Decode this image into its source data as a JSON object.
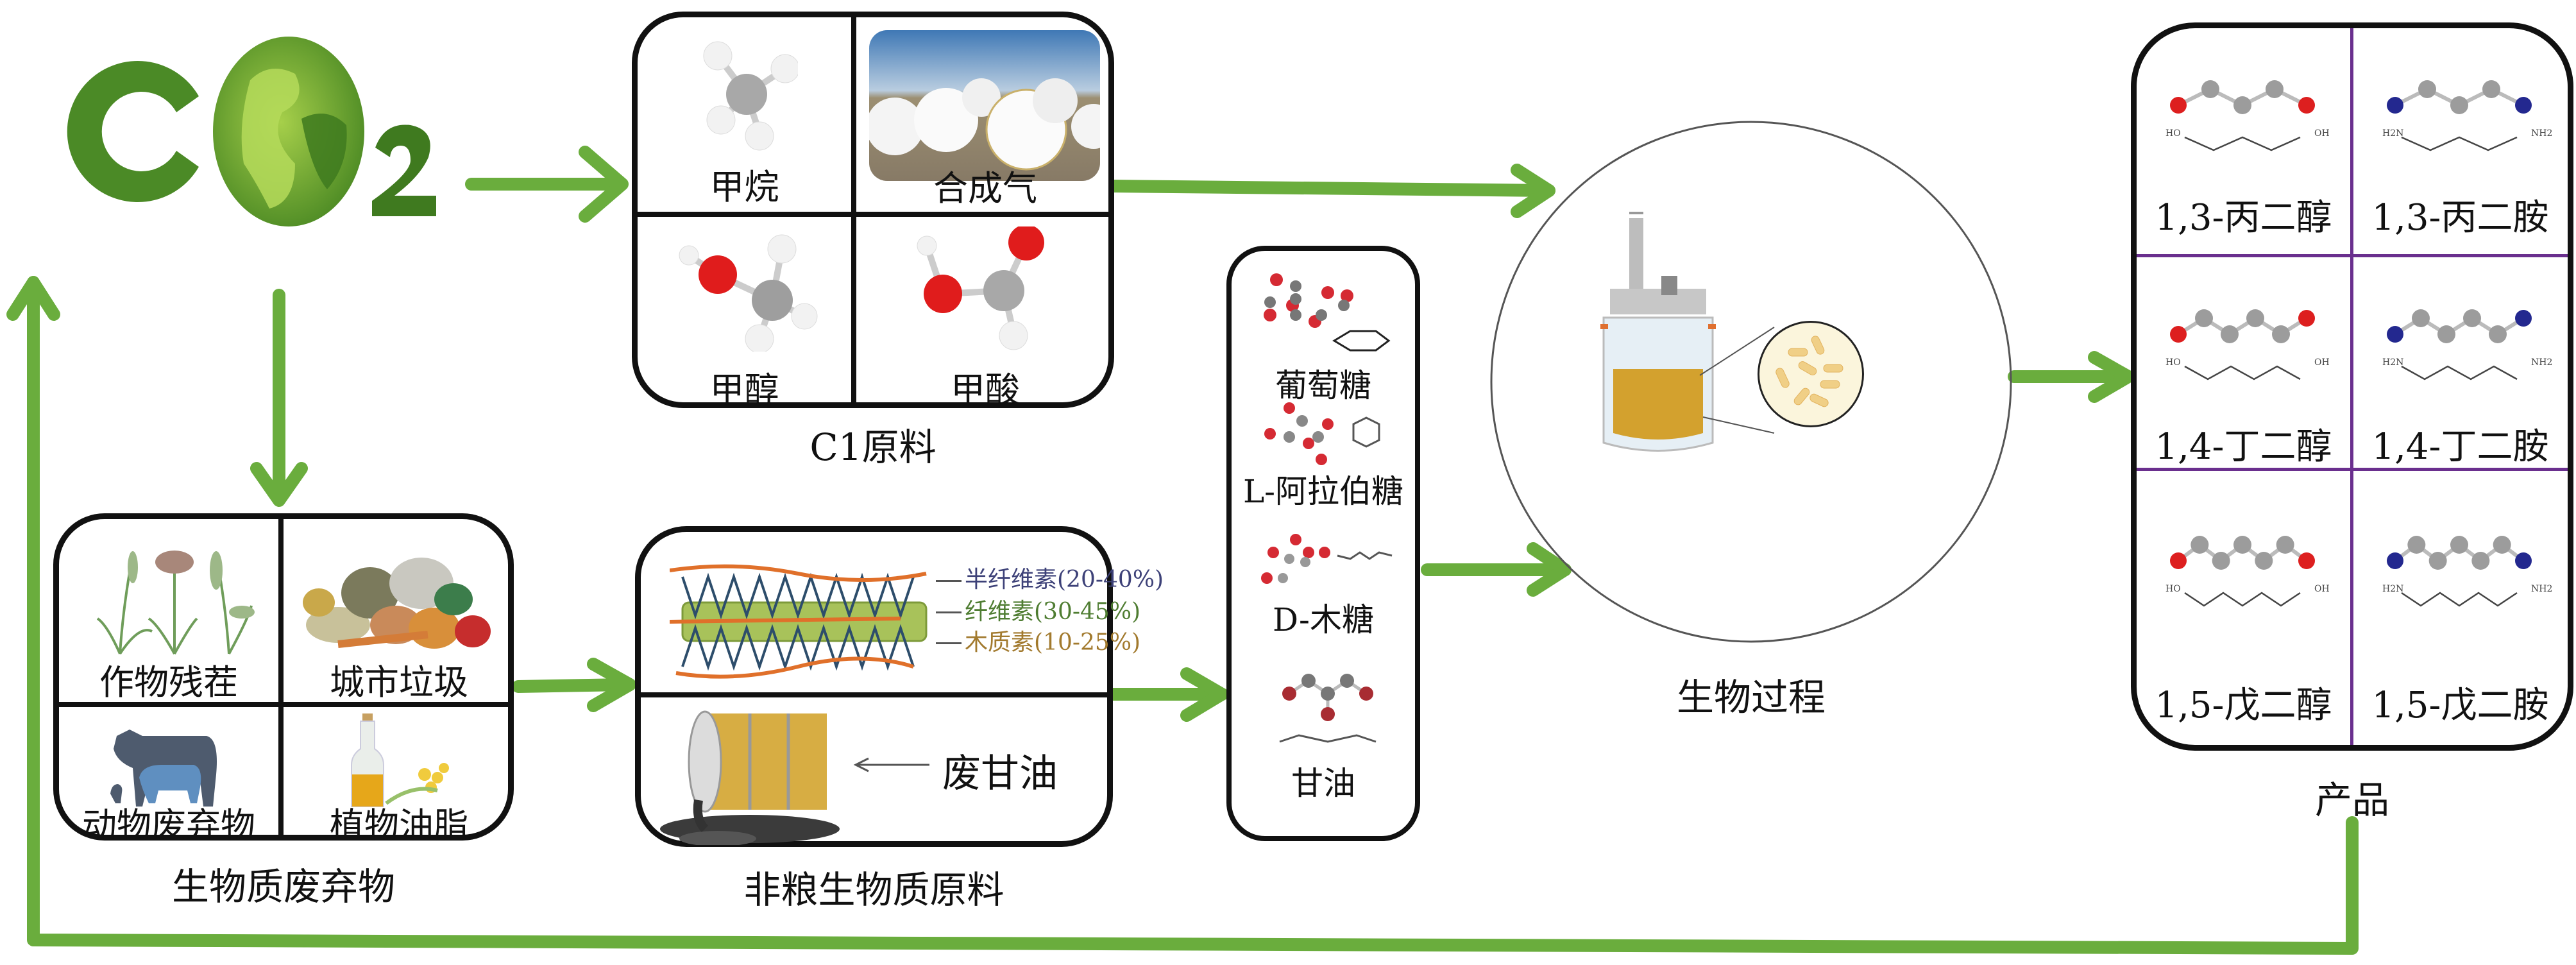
{
  "colors": {
    "arrow_green": "#6aad3d",
    "box_border": "#111111",
    "product_divider": "#6a2f8e",
    "hemicellulose": "#3d4178",
    "cellulose": "#4f7d32",
    "lignin": "#a27a2e"
  },
  "source": {
    "label": "CO2",
    "icon": "grass-globe-co2-logo"
  },
  "c1_feedstock": {
    "caption": "C1原料",
    "items": [
      {
        "label": "甲烷",
        "icon": "methane-molecule-icon"
      },
      {
        "label": "合成气",
        "icon": "syngas-plant-photo"
      },
      {
        "label": "甲醇",
        "icon": "methanol-molecule-icon"
      },
      {
        "label": "甲酸",
        "icon": "formic-acid-molecule-icon"
      }
    ]
  },
  "biomass_waste": {
    "caption": "生物质废弃物",
    "items": [
      {
        "label": "作物残茬",
        "icon": "crop-plants-icon"
      },
      {
        "label": "城市垃圾",
        "icon": "municipal-waste-icon"
      },
      {
        "label": "动物废弃物",
        "icon": "livestock-icon"
      },
      {
        "label": "植物油脂",
        "icon": "oil-bottle-icon"
      }
    ]
  },
  "non_grain_biomass": {
    "caption": "非粮生物质原料",
    "lignocellulose": [
      {
        "label": "半纤维素(20-40%)",
        "color_key": "hemicellulose"
      },
      {
        "label": "纤维素(30-45%)",
        "color_key": "cellulose"
      },
      {
        "label": "木质素(10-25%)",
        "color_key": "lignin"
      }
    ],
    "waste_glycerol_label": "废甘油",
    "waste_glycerol_icon": "spilled-barrel-icon"
  },
  "sugars": {
    "items": [
      {
        "label": "葡萄糖",
        "icon": "glucose-molecule-icon"
      },
      {
        "label": "L-阿拉伯糖",
        "icon": "arabinose-molecule-icon"
      },
      {
        "label": "D-木糖",
        "icon": "xylose-molecule-icon"
      },
      {
        "label": "甘油",
        "icon": "glycerol-molecule-icon"
      }
    ]
  },
  "bioprocess": {
    "caption": "生物过程",
    "icon": "bioreactor-icon",
    "inset_icon": "bacteria-magnified-icon"
  },
  "products": {
    "caption": "产品",
    "items": [
      {
        "label": "1,3-丙二醇",
        "kind": "diol",
        "skeleton_left": "HO",
        "skeleton_right": "OH",
        "carbons": 3
      },
      {
        "label": "1,3-丙二胺",
        "kind": "diamine",
        "skeleton_left": "H2N",
        "skeleton_right": "NH2",
        "carbons": 3
      },
      {
        "label": "1,4-丁二醇",
        "kind": "diol",
        "skeleton_left": "HO",
        "skeleton_right": "OH",
        "carbons": 4
      },
      {
        "label": "1,4-丁二胺",
        "kind": "diamine",
        "skeleton_left": "H2N",
        "skeleton_right": "NH2",
        "carbons": 4
      },
      {
        "label": "1,5-戊二醇",
        "kind": "diol",
        "skeleton_left": "HO",
        "skeleton_right": "OH",
        "carbons": 5
      },
      {
        "label": "1,5-戊二胺",
        "kind": "diamine",
        "skeleton_left": "H2N",
        "skeleton_right": "NH2",
        "carbons": 5
      }
    ]
  }
}
